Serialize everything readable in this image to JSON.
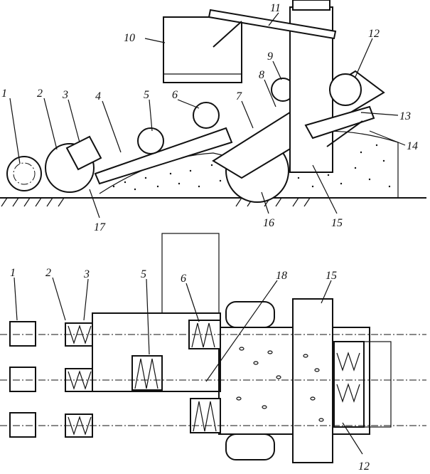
{
  "labels": {
    "side": [
      "1",
      "2",
      "3",
      "4",
      "5",
      "6",
      "7",
      "8",
      "9",
      "10",
      "11",
      "12",
      "13",
      "14",
      "15",
      "16",
      "17"
    ],
    "plan": [
      "1",
      "2",
      "3",
      "5",
      "6",
      "18",
      "15",
      "12"
    ]
  }
}
